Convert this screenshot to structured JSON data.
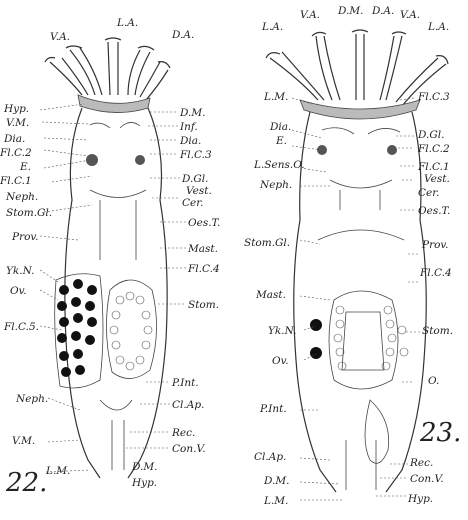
{
  "figures": [
    {
      "number": "22.",
      "labels": [
        "V.A.",
        "L.A.",
        "D.A.",
        "Hyp.",
        "V.M.",
        "Dia.",
        "Fl.C.2",
        "E.",
        "Fl.C.1",
        "Neph.",
        "D.M.",
        "Inf.",
        "Dia.",
        "Fl.C.3",
        "D.Gl.",
        "Vest.",
        "Cer.",
        "Stom.Gl.",
        "Oes.T.",
        "Prov.",
        "Mast.",
        "Fl.C.4",
        "Yk.N.",
        "Ov.",
        "Stom.",
        "Fl.C.5.",
        "P.Int.",
        "Neph.",
        "Cl.Ap.",
        "Rec.",
        "V.M.",
        "Con.V.",
        "L.M.",
        "D.M.",
        "Hyp."
      ]
    },
    {
      "number": "23.",
      "labels": [
        "L.A.",
        "V.A.",
        "D.M.",
        "D.A.",
        "V.A.",
        "L.A.",
        "L.M.",
        "Fl.C.3",
        "Dia.",
        "E.",
        "D.Gl.",
        "Fl.C.2",
        "L.Sens.O.",
        "Fl.C.1",
        "Neph.",
        "Vest.",
        "Cer.",
        "Oes.T.",
        "Stom.Gl.",
        "Prov.",
        "Fl.C.4",
        "Mast.",
        "Yk.N.",
        "Stom.",
        "Ov.",
        "O.",
        "P.Int.",
        "Cl.Ap.",
        "Rec.",
        "D.M.",
        "Con.V.",
        "L.M.",
        "Hyp."
      ]
    }
  ]
}
